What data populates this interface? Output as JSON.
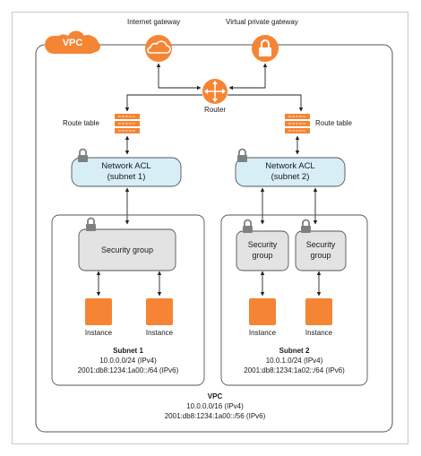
{
  "vpc": {
    "badge": "VPC",
    "title": "VPC",
    "ipv4": "10.0.0.0/16 (IPv4)",
    "ipv6": "2001:db8:1234:1a00::/56 (IPv6)"
  },
  "gateways": {
    "internet": "Internet gateway",
    "virtual_private": "Virtual private gateway"
  },
  "router": "Router",
  "route_table_label": "Route table",
  "subnet1": {
    "acl_line1": "Network ACL",
    "acl_line2": "(subnet 1)",
    "security_group": "Security group",
    "instance_label": "Instance",
    "title": "Subnet 1",
    "ipv4": "10.0.0.0/24 (IPv4)",
    "ipv6": "2001:db8:1234:1a00::/64 (IPv6)"
  },
  "subnet2": {
    "acl_line1": "Network ACL",
    "acl_line2": "(subnet 2)",
    "sg_line1": "Security",
    "sg_line2": "group",
    "instance_label": "Instance",
    "title": "Subnet 2",
    "ipv4": "10.0.1.0/24 (IPv4)",
    "ipv6": "2001:db8:1234:1a02::/64 (IPv6)"
  },
  "colors": {
    "aws_orange": "#f58534",
    "acl_fill": "#d7eef7",
    "sg_fill": "#e3e3e3",
    "lock_gray": "#808080"
  },
  "icons": [
    "cloud-icon",
    "lock-icon",
    "router-icon",
    "route-table-icon",
    "instance-icon",
    "padlock-icon"
  ]
}
